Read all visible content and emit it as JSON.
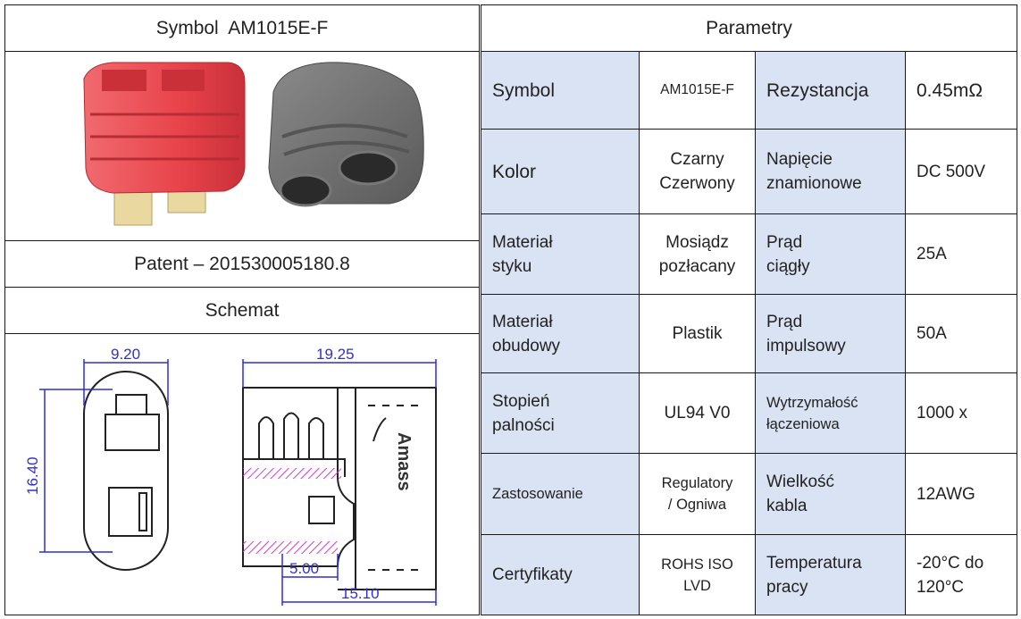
{
  "left": {
    "symbol_header": "Symbol  AM1015E-F",
    "patent": "Patent – 201530005180.8",
    "schematic_header": "Schemat",
    "dims": {
      "front_width": "9.20",
      "front_height": "16.40",
      "side_width": "19.25",
      "side_bottom_total": "15.10",
      "side_bottom_small": "5.00"
    },
    "product_colors": {
      "red": "#e8434a",
      "grey": "#707070"
    }
  },
  "right": {
    "header": "Parametry",
    "rows": [
      {
        "label": "Symbol",
        "value": "AM1015E-F",
        "label2": "Rezystancja",
        "value2": "0.45mΩ"
      },
      {
        "label": "Kolor",
        "value": "Czarny\nCzerwony",
        "label2": "Napięcie\nznamionowe",
        "value2": "DC 500V"
      },
      {
        "label": "Materiał\nstyku",
        "value": "Mosiądz\npozłacany",
        "label2": "Prąd\nciągły",
        "value2": "25A"
      },
      {
        "label": "Materiał\nobudowy",
        "value": "Plastik",
        "label2": "Prąd\nimpulsowy",
        "value2": "50A"
      },
      {
        "label": "Stopień\npalności",
        "value": "UL94 V0",
        "label2": "Wytrzymałość\nłączeniowa",
        "value2": "1000 x"
      },
      {
        "label": "Zastosowanie",
        "value": "Regulatory\n/ Ogniwa",
        "label2": "Wielkość\nkabla",
        "value2": "12AWG"
      },
      {
        "label": "Certyfikaty",
        "value": "ROHS ISO\nLVD",
        "label2": "Temperatura\npracy",
        "value2": "-20°C do\n120°C"
      }
    ],
    "colors": {
      "label_bg": "#dae3f3",
      "dim_blue": "#2f2fd0",
      "hatch": "#d040c0"
    }
  }
}
